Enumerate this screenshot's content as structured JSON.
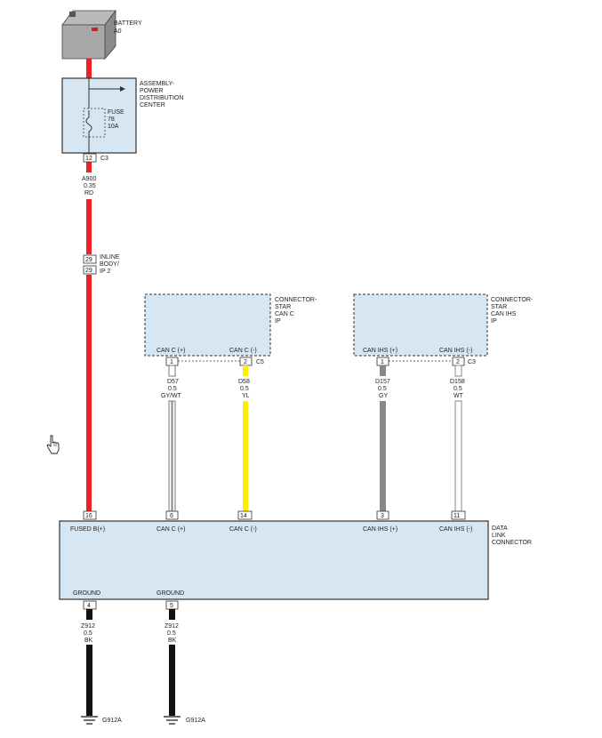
{
  "battery": {
    "name": "BATTERY",
    "id": "A0"
  },
  "pdc": {
    "name_lines": [
      "ASSEMBLY-",
      "POWER",
      "DISTRIBUTION",
      "CENTER"
    ],
    "fuse_lines": [
      "FUSE",
      "78",
      "10A"
    ],
    "pin": "12",
    "connector": "C3"
  },
  "wire_main": {
    "circuit": "A900",
    "gauge": "0.35",
    "color": "RD"
  },
  "inline": {
    "pin": "29",
    "label_lines": [
      "INLINE",
      "BODY/",
      "IP 2"
    ]
  },
  "star_can_c": {
    "name_lines": [
      "CONNECTOR-",
      "STAR",
      "CAN C",
      "IP"
    ],
    "pins": [
      {
        "label": "CAN C (+)",
        "num": "1"
      },
      {
        "label": "CAN C (-)",
        "num": "2"
      }
    ],
    "connector": "C5"
  },
  "star_can_ihs": {
    "name_lines": [
      "CONNECTOR-",
      "STAR",
      "CAN IHS",
      "IP"
    ],
    "pins": [
      {
        "label": "CAN IHS (+)",
        "num": "1"
      },
      {
        "label": "CAN IHS (-)",
        "num": "2"
      }
    ],
    "connector": "C3"
  },
  "wires": [
    {
      "circuit": "D57",
      "gauge": "0.5",
      "color": "GY/WT"
    },
    {
      "circuit": "D58",
      "gauge": "0.5",
      "color": "YL"
    },
    {
      "circuit": "D157",
      "gauge": "0.5",
      "color": "GY"
    },
    {
      "circuit": "D158",
      "gauge": "0.5",
      "color": "WT"
    }
  ],
  "dlc": {
    "name_lines": [
      "DATA",
      "LINK",
      "CONNECTOR"
    ],
    "top_pins": [
      {
        "num": "16",
        "label": "FUSED B(+)"
      },
      {
        "num": "6",
        "label": "CAN C (+)"
      },
      {
        "num": "14",
        "label": "CAN C (-)"
      },
      {
        "num": "3",
        "label": "CAN IHS (+)"
      },
      {
        "num": "11",
        "label": "CAN IHS (-)"
      }
    ],
    "bottom_pins": [
      {
        "num": "4",
        "label": "GROUND"
      },
      {
        "num": "5",
        "label": "GROUND"
      }
    ]
  },
  "ground_wires": [
    {
      "circuit": "Z912",
      "gauge": "0.5",
      "color": "BK",
      "ground": "G912A"
    },
    {
      "circuit": "Z912",
      "gauge": "0.5",
      "color": "BK",
      "ground": "G912A"
    }
  ],
  "colors": {
    "red": "#ee2222",
    "yellow": "#ffee00",
    "gray": "#888888",
    "black": "#111111",
    "blue_fill": "#d6e6f3"
  },
  "icons": {
    "cursor": "hand-pointer-icon"
  }
}
